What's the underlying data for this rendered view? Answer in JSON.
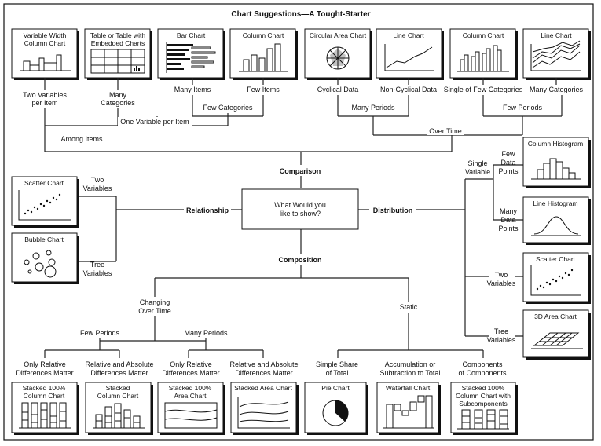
{
  "title": "Chart Suggestions—A Tought-Starter",
  "center": {
    "line1": "What Would you",
    "line2": "like to show?"
  },
  "categories": {
    "comparison": "Comparison",
    "relationship": "Relationship",
    "distribution": "Distribution",
    "composition": "Composition"
  },
  "comparison": {
    "among_items": "Among Items",
    "over_time": "Over Time",
    "one_variable_per_item": "One Variable per Item",
    "few_categories": "Few Categories",
    "many_periods": "Many Periods",
    "few_periods": "Few Periods",
    "two_variables_per_item": [
      "Two Variables",
      "per Item"
    ],
    "many_categories": [
      "Many",
      "Categories"
    ],
    "many_items": "Many Items",
    "few_items": "Few Items",
    "cyclical_data": "Cyclical Data",
    "non_cyclical_data": "Non-Cyclical Data",
    "single_or_few_categories": "Single of Few Categories",
    "many_categories_2": "Many Categories",
    "charts": {
      "variable_width": [
        "Variable Width",
        "Column Chart"
      ],
      "table_embedded": [
        "Table or Table with",
        "Embedded Charts"
      ],
      "bar_chart": "Bar Chart",
      "column_chart": "Column Chart",
      "circular_area": "Circular Area Chart",
      "line_chart": "Line Chart",
      "column_chart_2": "Column Chart",
      "line_chart_2": "Line Chart"
    }
  },
  "relationship": {
    "two_variables": [
      "Two",
      "Variables"
    ],
    "three_variables": [
      "Tree",
      "Variables"
    ],
    "scatter_chart": "Scatter Chart",
    "bubble_chart": "Bubble Chart"
  },
  "distribution": {
    "single_variable": [
      "Single",
      "Variable"
    ],
    "few_data_points": [
      "Few",
      "Data",
      "Points"
    ],
    "many_data_points": [
      "Many",
      "Data",
      "Points"
    ],
    "two_variables": [
      "Two",
      "Variables"
    ],
    "three_variables": [
      "Tree",
      "Variables"
    ],
    "column_histogram": "Column Histogram",
    "line_histogram": "Line Histogram",
    "scatter_chart": "Scatter Chart",
    "area_3d": "3D Area Chart"
  },
  "composition": {
    "changing_over_time": [
      "Changing",
      "Over Time"
    ],
    "static": "Static",
    "few_periods": "Few Periods",
    "many_periods": "Many Periods",
    "only_relative_1": [
      "Only Relative",
      "Differences Matter"
    ],
    "relative_absolute_1": [
      "Relative and Absolute",
      "Differences Matter"
    ],
    "only_relative_2": [
      "Only Relative",
      "Differences Matter"
    ],
    "relative_absolute_2": [
      "Relative and Absolute",
      "Differences Matter"
    ],
    "simple_share": [
      "Simple Share",
      "of Total"
    ],
    "accumulation": [
      "Accumulation or",
      "Subtraction to Total"
    ],
    "components": [
      "Components",
      "of Components"
    ],
    "charts": {
      "stacked_100_column": [
        "Stacked 100%",
        "Column Chart"
      ],
      "stacked_column": [
        "Stacked",
        "Column Chart"
      ],
      "stacked_100_area": [
        "Stacked 100%",
        "Area Chart"
      ],
      "stacked_area": "Stacked Area Chart",
      "pie_chart": "Pie Chart",
      "waterfall_chart": "Waterfall Chart",
      "stacked_100_subcomponents": [
        "Stacked 100%",
        "Column Chart with",
        "Subcomponents"
      ]
    }
  }
}
